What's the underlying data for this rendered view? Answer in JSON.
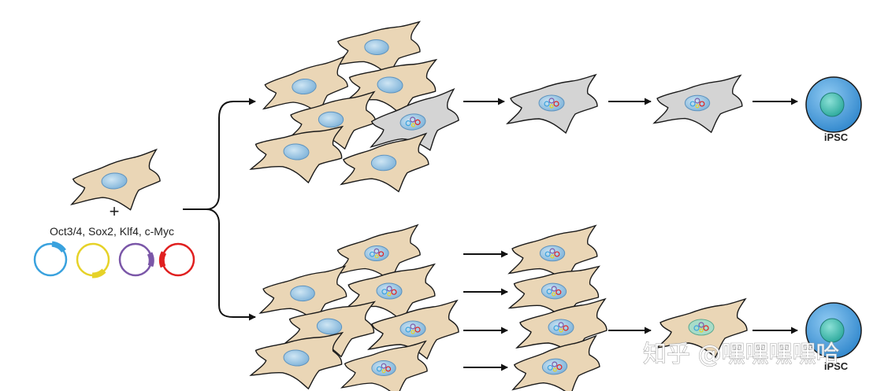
{
  "labels": {
    "plus": "+",
    "factors": "Oct3/4, Sox2, Klf4, c-Myc",
    "ipsc_top": "iPSC",
    "ipsc_bottom": "iPSC"
  },
  "watermark": "知乎 @嘿嘿嘿嘿哈",
  "colors": {
    "cell_beige": "#ead6b6",
    "cell_stroke": "#1a1a1a",
    "cell_gray": "#d4d4d4",
    "nucleus": "#8fc0de",
    "nucleus_stroke": "#5d93bf",
    "plasmid_oct": "#3aa2de",
    "plasmid_sox": "#e6d228",
    "plasmid_klf": "#7b57a8",
    "plasmid_myc": "#e02020",
    "ipsc_outer": "#49a2e2",
    "ipsc_inner": "#3bbfb1",
    "arrow": "#111111"
  },
  "plasmids": [
    {
      "name": "Oct3/4",
      "color_key": "plasmid_oct"
    },
    {
      "name": "Sox2",
      "color_key": "plasmid_sox"
    },
    {
      "name": "Klf4",
      "color_key": "plasmid_klf"
    },
    {
      "name": "c-Myc",
      "color_key": "plasmid_myc"
    }
  ]
}
